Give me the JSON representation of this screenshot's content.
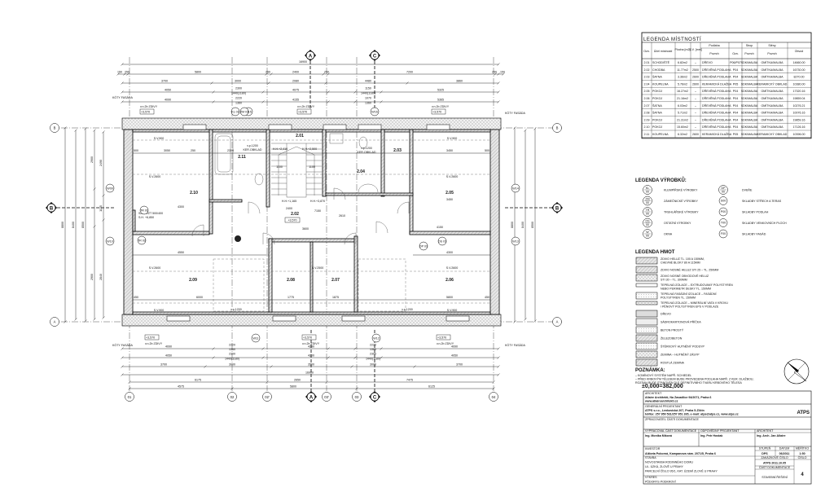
{
  "plan": {
    "rooms": [
      "2.01",
      "2.02",
      "2.03",
      "2.04",
      "2.05",
      "2.06",
      "2.07",
      "2.08",
      "2.09",
      "2.10",
      "2.11"
    ],
    "level_tag": "+3,570",
    "level_note": "v.n.2b ZDIVY",
    "facade_label": "KÓTY FASÁDA",
    "corridor_level": "+3,570",
    "vzt_note_1": "SÁRI VZT 500/400",
    "vzt_note_2": "S.H. +6,850",
    "ceiling_heights": [
      "S.V.900",
      "S.V.900",
      "S.V.900",
      "S.V.900",
      "S.V.2600",
      "S.V.2600",
      "S.V.2600",
      "S.V.2600",
      "S.V.2500"
    ],
    "stair_heights": [
      "H.H.+2,410",
      "H.H.+2,500",
      "H.H.+1,165",
      "H.H.+3,870"
    ],
    "sill_notes": [
      "v.p.1200",
      "v.p.1200",
      "v.p.1200",
      "v.p.1200"
    ],
    "tiling_note": "KER.OBKLAD",
    "top_dims": {
      "overall": "16900",
      "row1": [
        "150",
        "250",
        "5800",
        "250",
        "2400",
        "250",
        "7200",
        "250",
        "150"
      ],
      "row2": [
        "3700",
        "3000",
        "2080",
        "4480",
        "3860"
      ],
      "row3": [
        "4050",
        "2300",
        "1440(1180)",
        "4075",
        "1150",
        "1440(1180)",
        "5325"
      ],
      "row4": [
        "4090",
        "2220",
        "1360",
        "4155",
        "1070",
        "1360",
        "5365"
      ]
    },
    "bottom_dims": {
      "row1": [
        "4090",
        "2220",
        "1360",
        "4280",
        "2220",
        "1360",
        "4090"
      ],
      "row2": [
        "4050",
        "2300",
        "1440(1180)",
        "4200",
        "2300",
        "1440(1180)",
        "4050"
      ],
      "row3": [
        "3700",
        "3000",
        "3500",
        "3000",
        "3700"
      ],
      "overall": "16900",
      "row5": [
        "6175",
        "2650",
        "7475"
      ],
      "row6": [
        "4575",
        "5800",
        "6125"
      ]
    },
    "side_dims": [
      "8800",
      "8400",
      "8500",
      "2900",
      "2490",
      "2900",
      "2840",
      "1135",
      "8800",
      "8400",
      "8500"
    ],
    "interior_dims": [
      "500",
      "3050",
      "250",
      "2300",
      "1100",
      "1100",
      "3450",
      "500",
      "4300",
      "3450",
      "4300",
      "5800",
      "450",
      "6000",
      "450",
      "1775",
      "1875",
      "4550",
      "4150",
      "2400",
      "7150",
      "3600",
      "2610"
    ],
    "column_markers": [
      "01",
      "02",
      "02'",
      "03'",
      "03",
      "04"
    ],
    "section_markers": [
      "A",
      "C",
      "A",
      "C",
      "B",
      "B"
    ],
    "row_markers": [
      "B",
      "A",
      "B",
      "A"
    ],
    "element_tags": [
      "W15",
      "W11",
      "W12",
      "W09",
      "W10",
      "W13",
      "W14",
      "W16",
      "TR 01",
      "TR 02",
      "ZM 01",
      "OS 01",
      "KL 01",
      "DP 01"
    ]
  },
  "room_legend": {
    "title": "LEGENDA MÍSTNOSTÍ",
    "headers": {
      "id": "Ozn.",
      "purpose": "Účel místnosti",
      "area": "Plocha [m2]",
      "height": "S.V. [mm]",
      "floor": "Podlaha",
      "floor_surface": "Povrch",
      "floor_code": "Ozn.",
      "ceiling": "Strop",
      "ceiling_surface": "Povrch",
      "walls": "Stěny",
      "walls_surface": "Povrch",
      "perimeter": "Obvod"
    },
    "rows": [
      [
        "2.01",
        "SCHODIŠTĚ",
        "6.82m2",
        "–",
        "DŘEVO",
        "P06/P07",
        "SDK/MALBA",
        "OMÍTKA/MALBA",
        "14660.00"
      ],
      [
        "2.02",
        "CHODBA",
        "11.77m2",
        "2500",
        "DŘEVĚNÁ PODLAHA",
        "P04",
        "SDK/MALBA",
        "OMÍTKA/MALBA",
        "16730.00"
      ],
      [
        "2.03",
        "ŠATNA",
        "3.36m2",
        "2600",
        "DŘEVĚNÁ PODLAHA",
        "P04",
        "SDK/MALBA",
        "OMÍTKA/MALBA",
        "8270.00"
      ],
      [
        "2.04",
        "KOUPELNA",
        "5.76m2",
        "2600",
        "KERAMICKÁ DLAŽBA",
        "P05",
        "SDK/MALBA",
        "KERAMICKÝ OBKLAD",
        "10380.00"
      ],
      [
        "2.05",
        "POKOJ",
        "16.27m2",
        "–",
        "DŘEVĚNÁ PODLAHA",
        "P04",
        "SDK/MALBA",
        "OMÍTKA/MALBA",
        "17320.16"
      ],
      [
        "2.06",
        "POKOJ",
        "21.16m2",
        "–",
        "DŘEVĚNÁ PODLAHA",
        "P04",
        "SDK/MALBA",
        "OMÍTKA/MALBA",
        "19859.04"
      ],
      [
        "2.07",
        "ŠATNA",
        "6.03m2",
        "–",
        "DŘEVĚNÁ PODLAHA",
        "P04",
        "SDK/MALBA",
        "OMÍTKA/MALBA",
        "10276.21"
      ],
      [
        "2.08",
        "ŠATNA",
        "5.71m2",
        "–",
        "DŘEVĚNÁ PODLAHA",
        "P04",
        "SDK/MALBA",
        "OMÍTKA/MALBA",
        "10076.16"
      ],
      [
        "2.09",
        "POKOJ",
        "21.31m2",
        "–",
        "DŘEVĚNÁ PODLAHA",
        "P04",
        "SDK/MALBA",
        "OMÍTKA/MALBA",
        "19859.16"
      ],
      [
        "2.10",
        "POKOJ",
        "15.60m2",
        "–",
        "DŘEVĚNÁ PODLAHA",
        "P04",
        "SDK/MALBA",
        "OMÍTKA/MALBA",
        "17126.16"
      ],
      [
        "2.11",
        "KOUPELNA",
        "6.32m2",
        "2600",
        "KERAMICKÁ DLAŽBA",
        "P05",
        "SDK/MALBA",
        "KERAMICKÝ OBKLAD",
        "10396.00"
      ]
    ]
  },
  "product_legend": {
    "title": "LEGENDA VÝROBKŮ:",
    "left": [
      {
        "code": "KL",
        "label": "KLEMPÍŘSKÉ VÝROBKY"
      },
      {
        "code": "ZM",
        "label": "ZÁMEČNICKÉ VÝROBKY"
      },
      {
        "code": "TR",
        "label": "TRUHLÁŘSKÉ VÝROBKY"
      },
      {
        "code": "OS",
        "label": "OSTATNÍ VÝROBKY"
      },
      {
        "code": "W",
        "label": "OKNA"
      }
    ],
    "right": [
      {
        "code": "DP",
        "label": "DVEŘE"
      },
      {
        "code": "S00",
        "label": "SKLADBY STŘECH A TERAS"
      },
      {
        "code": "P00",
        "label": "SKLADBY PODLAH"
      },
      {
        "code": "T00",
        "label": "SKLADBY VENKOVNÍCH PLOCH"
      },
      {
        "code": "F00",
        "label": "SKLADBY FASÁD"
      }
    ]
  },
  "material_legend": {
    "title": "LEGENDA HMOT",
    "items": [
      "ZDIVO HELUZ TL. 100 A 150MM, CHEVNÉ BLOKY 80 A 115MM",
      "ZDIVO NOSNÉ HELUZ STI 25 – TL. 250MM",
      "ZDIVO NOSNÉ OBVODOVÉ HELUZ STI 30 – TL. 300MM",
      "TEPELNÁ IZOLACE – EXTRUDOVANÝ POLYSTYREN NEBO PERIMETR DESKY TL. 150MM",
      "TEPELNÁ FASÁDNÍ IZOLACE – FASÁDNÍ POLYSTYREN TL. 150MM",
      "TEPELNÁ IZOLACE – MINERÁLNÍ VATA V KROVU / PĚNOVÝ POLYSTYREN EPS V PODLAZE",
      "DŘEVO",
      "SÁDROKARTONOVÁ PŘÍČKA",
      "BETON PROSTÝ",
      "ŽELEZOBETON",
      "ŠTĚRKOVÝ HUTNĚNÝ PODSYP",
      "ZEMINA – HUTNĚNÝ ZÁSYP",
      "ROSTLÁ ZEMINA"
    ],
    "note_title": "POZNÁMKA:",
    "notes": [
      "– KOMÍNOVÝ SYSTÉM NAPŘ. SCHIEDEL",
      "– PŘED KRBOVÝM TĚLESEM BUDE PROVEDENA PODLAHA NAPŘ. Z KER. DLAŽBOU,",
      "  ROZSAH BUDE STANOVEN DLE DEFINITIVNÍHO TVARU KRBOVÉHO TĚLESA"
    ]
  },
  "elevation_reference": "±0,000=382,000",
  "title_block": {
    "architect_caption": "ARCHITEKT",
    "architect": "Allaire Architekti, Na Zavadilce 94/2071, Praha 6",
    "architect_web": "www.allairearchitekti.cz",
    "general_designer_caption": "GENERÁLNÍ PROJEKTANT",
    "general_designer": "ATPS s.r.o., Lenkovická 207, Praha 5-Zličín",
    "general_designer_contact": "tel/fax: 257 950 531/257 951 265, e-mail: atps@atps.cz, www.atps.cz",
    "logo": "ATPS",
    "processor_caption": "ZPRACOVATEL ČÁSTI DOKUMENTACE",
    "drawn_caption": "VYPRACOVAL ČÁST DOKUMENTACE",
    "drawn_by": "Ing. Monika Míková",
    "responsible_caption": "ODPOVĚDNÝ PROJEKTANT",
    "responsible": "Ing. Petr Hostak",
    "architect2_caption": "ARCHITEKT",
    "architect2": "Ing. Arch. Jan Allaire",
    "investor_caption": "INVESTOR",
    "investor": "Alžbeta Pokorná, Kampanova nám. 2071/5, Praha 6",
    "project_caption": "STAVBA",
    "project_lines": [
      "NOVOSTAVBA RODINNÉHO DOMU",
      "UL. ÚZKÁ, ZLOVĚ U PRAHY",
      "PARCELNÍ ČÍSLO 95/1, KAT. ÚZEMÍ ZLOVĚ U PRAHY"
    ],
    "drawing_caption": "VÝKRES",
    "drawing": "PŮDORYS PODKROVÍ",
    "stage_caption": "STUPEŇ",
    "stage": "DPS",
    "date_caption": "DATUM",
    "date": "06/2011",
    "scale_caption": "MĚŘÍTKO",
    "scale": "1:50",
    "order_caption": "ZAKÁZKOVÉ ČÍSLO",
    "order": "ATPS 2011.10.05",
    "part_caption": "ČÁST DOKUMENTACE",
    "part": "STAVEBNÍ ŘEŠENÍ",
    "number_caption": "ČÍSLO",
    "number": "4"
  }
}
